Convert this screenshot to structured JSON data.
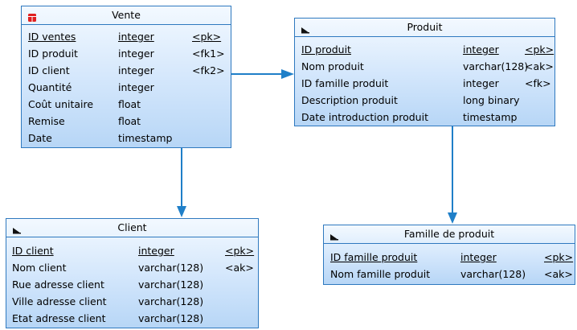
{
  "entities": {
    "vente": {
      "title": "Vente",
      "icon": "table-red-icon",
      "rows": [
        {
          "name": "ID ventes",
          "type": "integer",
          "key": "<pk>",
          "primary": true
        },
        {
          "name": "ID produit",
          "type": "integer",
          "key": "<fk1>",
          "primary": false
        },
        {
          "name": "ID client",
          "type": "integer",
          "key": "<fk2>",
          "primary": false
        },
        {
          "name": "Quantité",
          "type": "integer",
          "key": "",
          "primary": false
        },
        {
          "name": "Coût unitaire",
          "type": "float",
          "key": "",
          "primary": false
        },
        {
          "name": "Remise",
          "type": "float",
          "key": "",
          "primary": false
        },
        {
          "name": "Date",
          "type": "timestamp",
          "key": "",
          "primary": false
        }
      ]
    },
    "produit": {
      "title": "Produit",
      "icon": "entity-icon",
      "rows": [
        {
          "name": "ID produit",
          "type": "integer",
          "key": "<pk>",
          "primary": true
        },
        {
          "name": "Nom produit",
          "type": "varchar(128)",
          "key": "<ak>",
          "primary": false
        },
        {
          "name": "ID famille produit",
          "type": "integer",
          "key": "<fk>",
          "primary": false
        },
        {
          "name": "Description produit",
          "type": "long binary",
          "key": "",
          "primary": false
        },
        {
          "name": "Date introduction produit",
          "type": "timestamp",
          "key": "",
          "primary": false
        }
      ]
    },
    "client": {
      "title": "Client",
      "icon": "entity-icon",
      "rows": [
        {
          "name": "ID client",
          "type": "integer",
          "key": "<pk>",
          "primary": true
        },
        {
          "name": "Nom client",
          "type": "varchar(128)",
          "key": "<ak>",
          "primary": false
        },
        {
          "name": "Rue adresse client",
          "type": "varchar(128)",
          "key": "",
          "primary": false
        },
        {
          "name": "Ville adresse client",
          "type": "varchar(128)",
          "key": "",
          "primary": false
        },
        {
          "name": "Etat adresse client",
          "type": "varchar(128)",
          "key": "",
          "primary": false
        }
      ]
    },
    "famille": {
      "title": "Famille de produit",
      "icon": "entity-icon",
      "rows": [
        {
          "name": "ID famille produit",
          "type": "integer",
          "key": "<pk>",
          "primary": true
        },
        {
          "name": "Nom famille produit",
          "type": "varchar(128)",
          "key": "<ak>",
          "primary": false
        }
      ]
    }
  },
  "colors": {
    "border": "#2f79bf",
    "link": "#1f7fc8",
    "icon_red": "#e02020"
  }
}
